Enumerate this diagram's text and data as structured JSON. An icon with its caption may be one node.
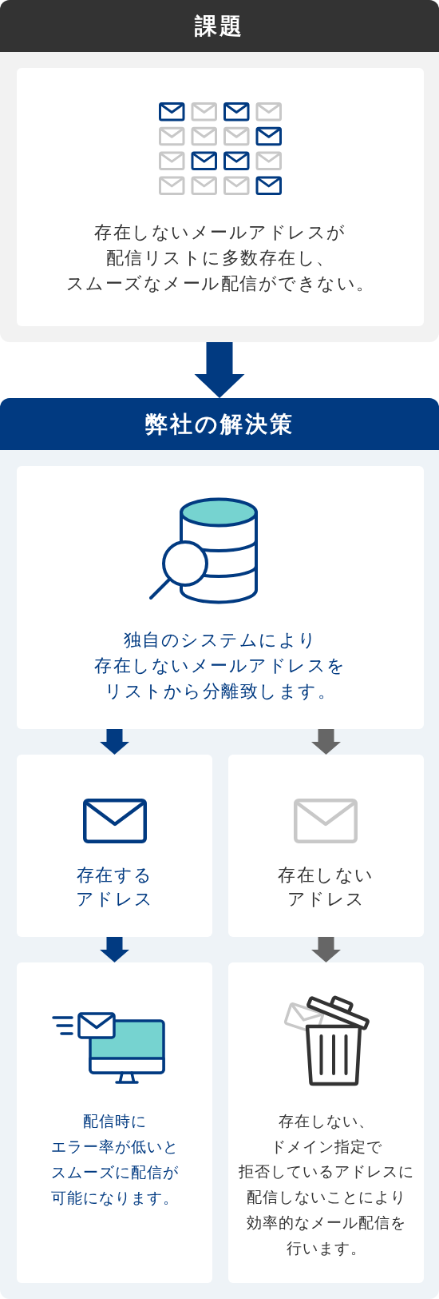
{
  "diagram": {
    "nodes": [
      {
        "text": [
          "課題"
        ]
      },
      {
        "text": [
          "存在しないメールアドレスが配信リストに多数存在し、スムーズなメール配信ができない。"
        ],
        "in": 0
      },
      {
        "text": [
          "弊社の解決策"
        ]
      },
      {
        "text": [
          "独自のシステムにより存在しないメールアドレスをリストから分離致します。"
        ],
        "in": 2
      },
      {
        "text": [
          "存在するアドレス"
        ],
        "in": 2
      },
      {
        "text": [
          "存在しないアドレス"
        ],
        "in": 2
      },
      {
        "text": [
          "配信時にエラー率が低いとスムーズに配信が可能になります。"
        ],
        "in": 2
      },
      {
        "text": [
          "存在しない、ドメイン指定で拒否しているアドレスに配信しないことにより効率的なメール配信を行います。"
        ],
        "in": 2
      }
    ],
    "edges": [
      {
        "from": 0,
        "to": 2,
        "arrow": "to",
        "style": "thick"
      },
      {
        "from": 3,
        "to": 4,
        "arrow": "to"
      },
      {
        "from": 3,
        "to": 5,
        "arrow": "to",
        "color": "#666666"
      },
      {
        "from": 4,
        "to": 6,
        "arrow": "to"
      },
      {
        "from": 5,
        "to": 7,
        "arrow": "to",
        "color": "#666666"
      }
    ]
  }
}
